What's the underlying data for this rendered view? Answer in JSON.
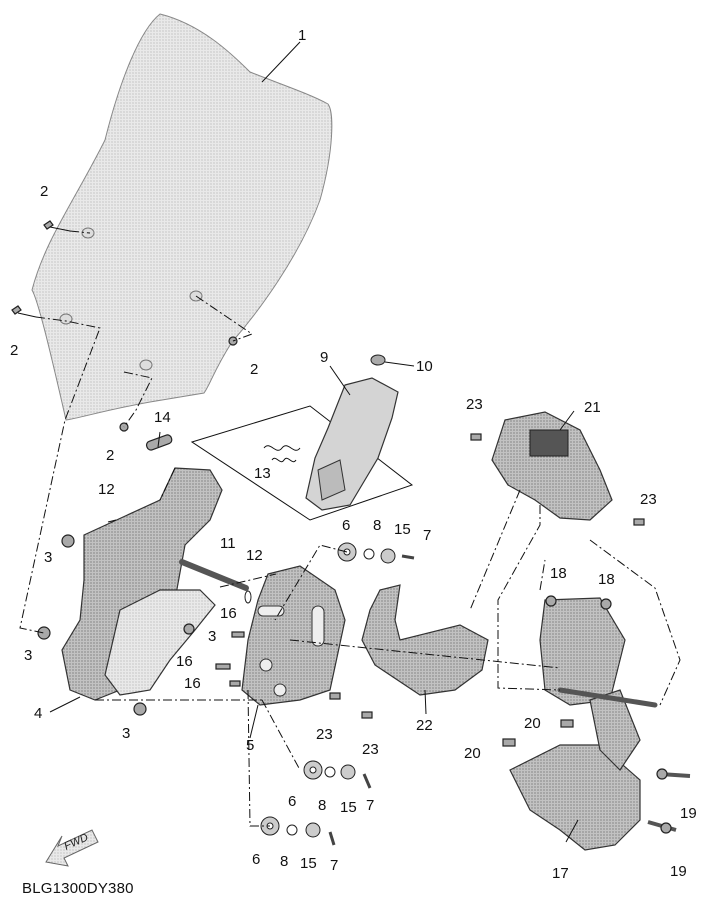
{
  "diagram": {
    "drawing_code": "BLG1300DY380",
    "fwd_label": "FWD",
    "callouts": [
      {
        "id": "c1",
        "text": "1"
      },
      {
        "id": "c2a",
        "text": "2"
      },
      {
        "id": "c2b",
        "text": "2"
      },
      {
        "id": "c2c",
        "text": "2"
      },
      {
        "id": "c2d",
        "text": "2"
      },
      {
        "id": "c3a",
        "text": "3"
      },
      {
        "id": "c3b",
        "text": "3"
      },
      {
        "id": "c3c",
        "text": "3"
      },
      {
        "id": "c3d",
        "text": "3"
      },
      {
        "id": "c4",
        "text": "4"
      },
      {
        "id": "c5",
        "text": "5"
      },
      {
        "id": "c6a",
        "text": "6"
      },
      {
        "id": "c6b",
        "text": "6"
      },
      {
        "id": "c6c",
        "text": "6"
      },
      {
        "id": "c7a",
        "text": "7"
      },
      {
        "id": "c7b",
        "text": "7"
      },
      {
        "id": "c7c",
        "text": "7"
      },
      {
        "id": "c8a",
        "text": "8"
      },
      {
        "id": "c8b",
        "text": "8"
      },
      {
        "id": "c8c",
        "text": "8"
      },
      {
        "id": "c9",
        "text": "9"
      },
      {
        "id": "c10",
        "text": "10"
      },
      {
        "id": "c11",
        "text": "11"
      },
      {
        "id": "c12a",
        "text": "12"
      },
      {
        "id": "c12b",
        "text": "12"
      },
      {
        "id": "c13",
        "text": "13"
      },
      {
        "id": "c14",
        "text": "14"
      },
      {
        "id": "c15a",
        "text": "15"
      },
      {
        "id": "c15b",
        "text": "15"
      },
      {
        "id": "c15c",
        "text": "15"
      },
      {
        "id": "c16a",
        "text": "16"
      },
      {
        "id": "c16b",
        "text": "16"
      },
      {
        "id": "c16c",
        "text": "16"
      },
      {
        "id": "c17",
        "text": "17"
      },
      {
        "id": "c18a",
        "text": "18"
      },
      {
        "id": "c18b",
        "text": "18"
      },
      {
        "id": "c19a",
        "text": "19"
      },
      {
        "id": "c19b",
        "text": "19"
      },
      {
        "id": "c20a",
        "text": "20"
      },
      {
        "id": "c20b",
        "text": "20"
      },
      {
        "id": "c21",
        "text": "21"
      },
      {
        "id": "c22",
        "text": "22"
      },
      {
        "id": "c23a",
        "text": "23"
      },
      {
        "id": "c23b",
        "text": "23"
      },
      {
        "id": "c23c",
        "text": "23"
      },
      {
        "id": "c23d",
        "text": "23"
      }
    ]
  }
}
